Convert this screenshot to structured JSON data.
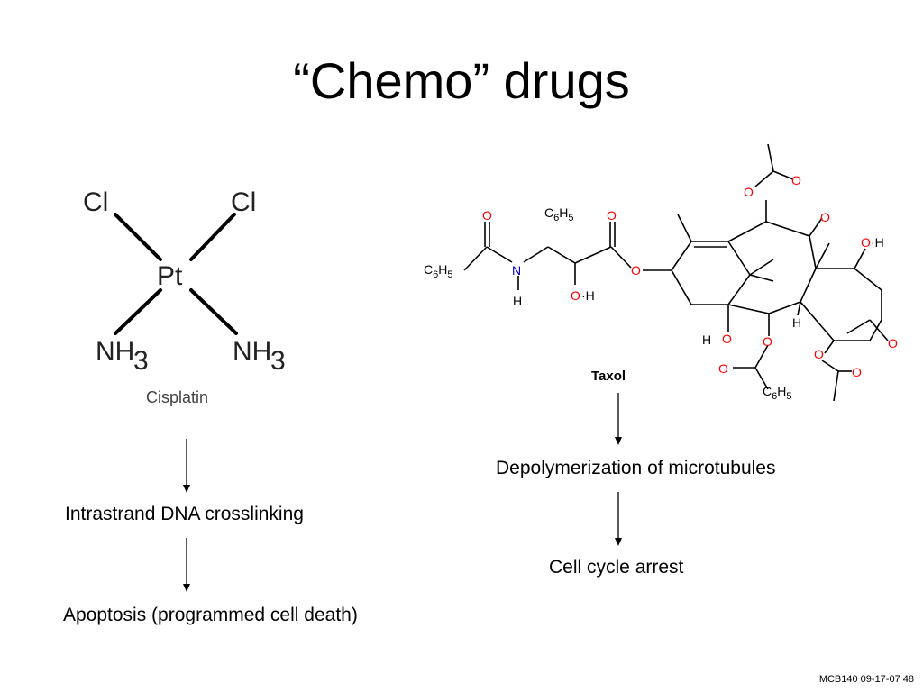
{
  "slide": {
    "title": "“Chemo” drugs",
    "footer": "MCB140 09-17-07 48"
  },
  "cisplatin": {
    "label": "Cisplatin",
    "atoms": {
      "cl_left": "Cl",
      "cl_right": "Cl",
      "pt": "Pt",
      "nh_left": "NH",
      "nh_left_sub": "3",
      "nh_right": "NH",
      "nh_right_sub": "3"
    },
    "steps": [
      "Intrastrand DNA crosslinking",
      "Apoptosis (programmed cell death)"
    ]
  },
  "taxol": {
    "label": "Taxol",
    "atom_colors": {
      "oxygen": "#ff0000",
      "nitrogen": "#0000cc",
      "carbon": "#000000"
    },
    "steps": [
      "Depolymerization of microtubules",
      "Cell cycle arrest"
    ]
  }
}
